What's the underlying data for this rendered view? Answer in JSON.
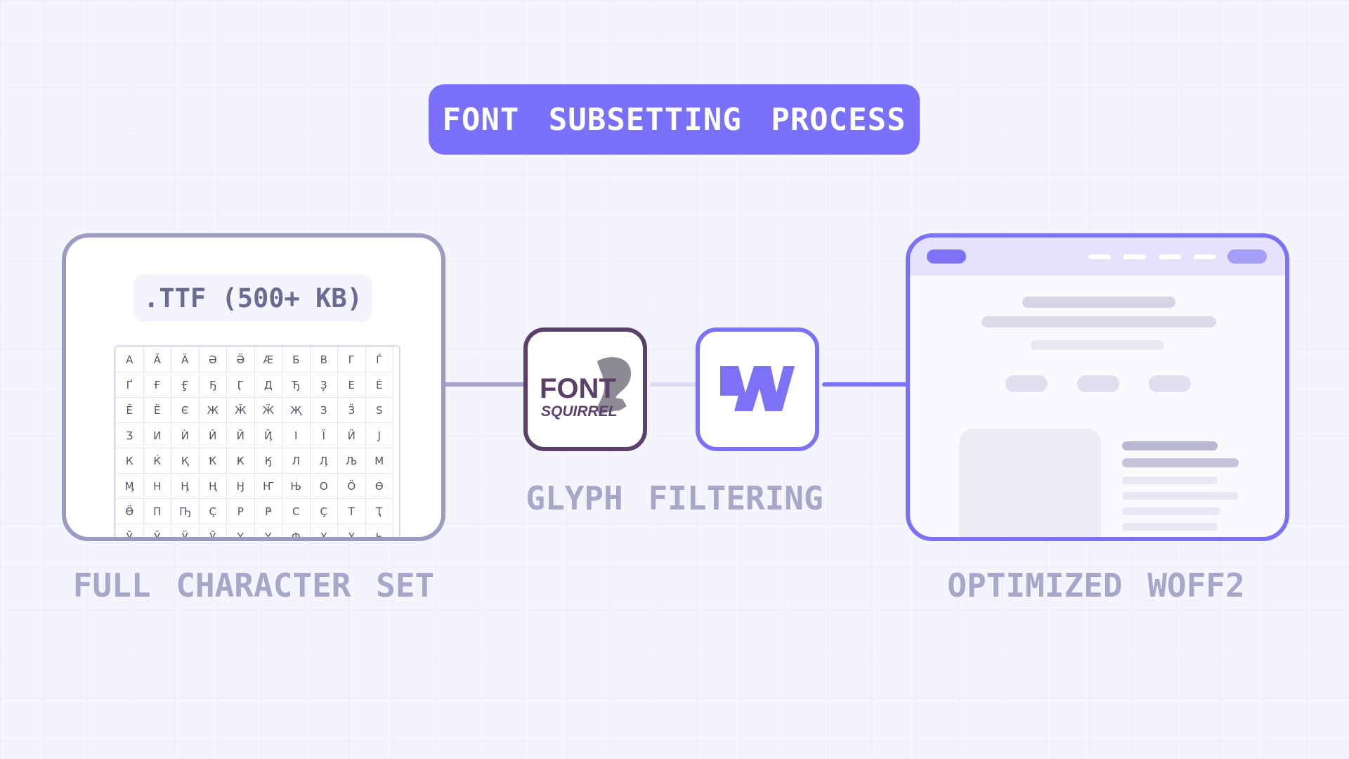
{
  "title": "FONT SUBSETTING PROCESS",
  "input": {
    "file_label": ".TTF (500+ KB)",
    "caption": "FULL CHARACTER SET",
    "glyph_rows": [
      [
        "А",
        "Ӑ",
        "Ӓ",
        "Ә",
        "Ӛ",
        "Ӕ",
        "Б",
        "В",
        "Г",
        "Ѓ"
      ],
      [
        "Ґ",
        "Ғ",
        "Ӻ",
        "Ҕ",
        "Ӷ",
        "Д",
        "Ђ",
        "Ҙ",
        "Е",
        "Ѐ"
      ],
      [
        "Ӗ",
        "Ё",
        "Є",
        "Ж",
        "Ӂ",
        "Ӝ",
        "Җ",
        "З",
        "Ӟ",
        "Ѕ"
      ],
      [
        "Ӡ",
        "И",
        "Ѝ",
        "Й",
        "Ӣ",
        "Ҋ",
        "І",
        "Ї",
        "Ӥ",
        "Ј"
      ],
      [
        "К",
        "Ќ",
        "Қ",
        "Ҟ",
        "Ҝ",
        "Ӄ",
        "Л",
        "Ӆ",
        "Љ",
        "М"
      ],
      [
        "Ӎ",
        "Н",
        "Ӊ",
        "Ң",
        "Ӈ",
        "Ҥ",
        "Њ",
        "О",
        "Ӧ",
        "Ө"
      ],
      [
        "Ӫ",
        "П",
        "Ҧ",
        "Ҫ",
        "Р",
        "Ҏ",
        "С",
        "Ҫ",
        "Т",
        "Ҭ"
      ],
      [
        "Ӯ",
        "Ў",
        "Ӱ",
        "Ӳ",
        "Ү",
        "Ұ",
        "Ф",
        "Х",
        "Ҳ",
        "Һ"
      ]
    ]
  },
  "process": {
    "caption": "GLYPH FILTERING",
    "tools": [
      {
        "name": "font-squirrel",
        "logo_text_top": "FONT",
        "logo_text_bottom": "SQUIRREL",
        "border_color": "#5b4069"
      },
      {
        "name": "webflow",
        "icon": "webflow-icon",
        "border_color": "#7b72f8"
      }
    ]
  },
  "output": {
    "caption": "OPTIMIZED WOFF2"
  },
  "colors": {
    "accent": "#7970fb",
    "muted": "#a8a6c9",
    "input_border": "#9c9bc2",
    "background": "#f4f4fd"
  }
}
